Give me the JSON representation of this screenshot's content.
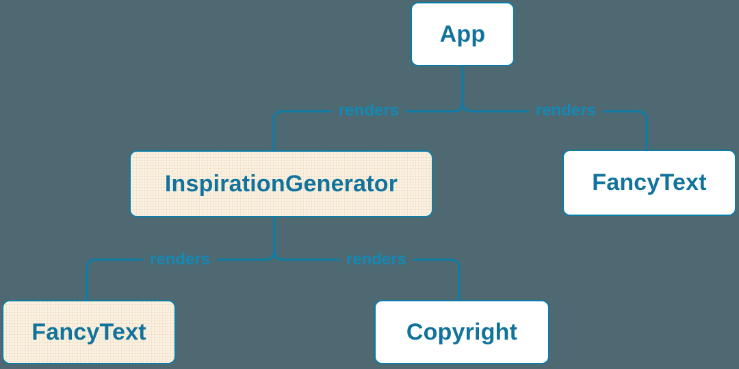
{
  "diagram": {
    "colors": {
      "background": "#4e6971",
      "line": "#0a7da8",
      "node_text": "#11739c",
      "label_text": "#1489b6",
      "node_bg_white": "#ffffff",
      "node_bg_cream": "#faf3e4"
    },
    "nodes": [
      {
        "id": "app",
        "label": "App",
        "variant": "white"
      },
      {
        "id": "inspiration-generator",
        "label": "InspirationGenerator",
        "variant": "cream"
      },
      {
        "id": "fancy-text-right",
        "label": "FancyText",
        "variant": "white"
      },
      {
        "id": "fancy-text-left",
        "label": "FancyText",
        "variant": "cream"
      },
      {
        "id": "copyright",
        "label": "Copyright",
        "variant": "white"
      }
    ],
    "edges": [
      {
        "from": "App",
        "to": "InspirationGenerator",
        "label": "renders"
      },
      {
        "from": "App",
        "to": "FancyText",
        "label": "renders"
      },
      {
        "from": "InspirationGenerator",
        "to": "FancyText",
        "label": "renders"
      },
      {
        "from": "InspirationGenerator",
        "to": "Copyright",
        "label": "renders"
      }
    ]
  }
}
